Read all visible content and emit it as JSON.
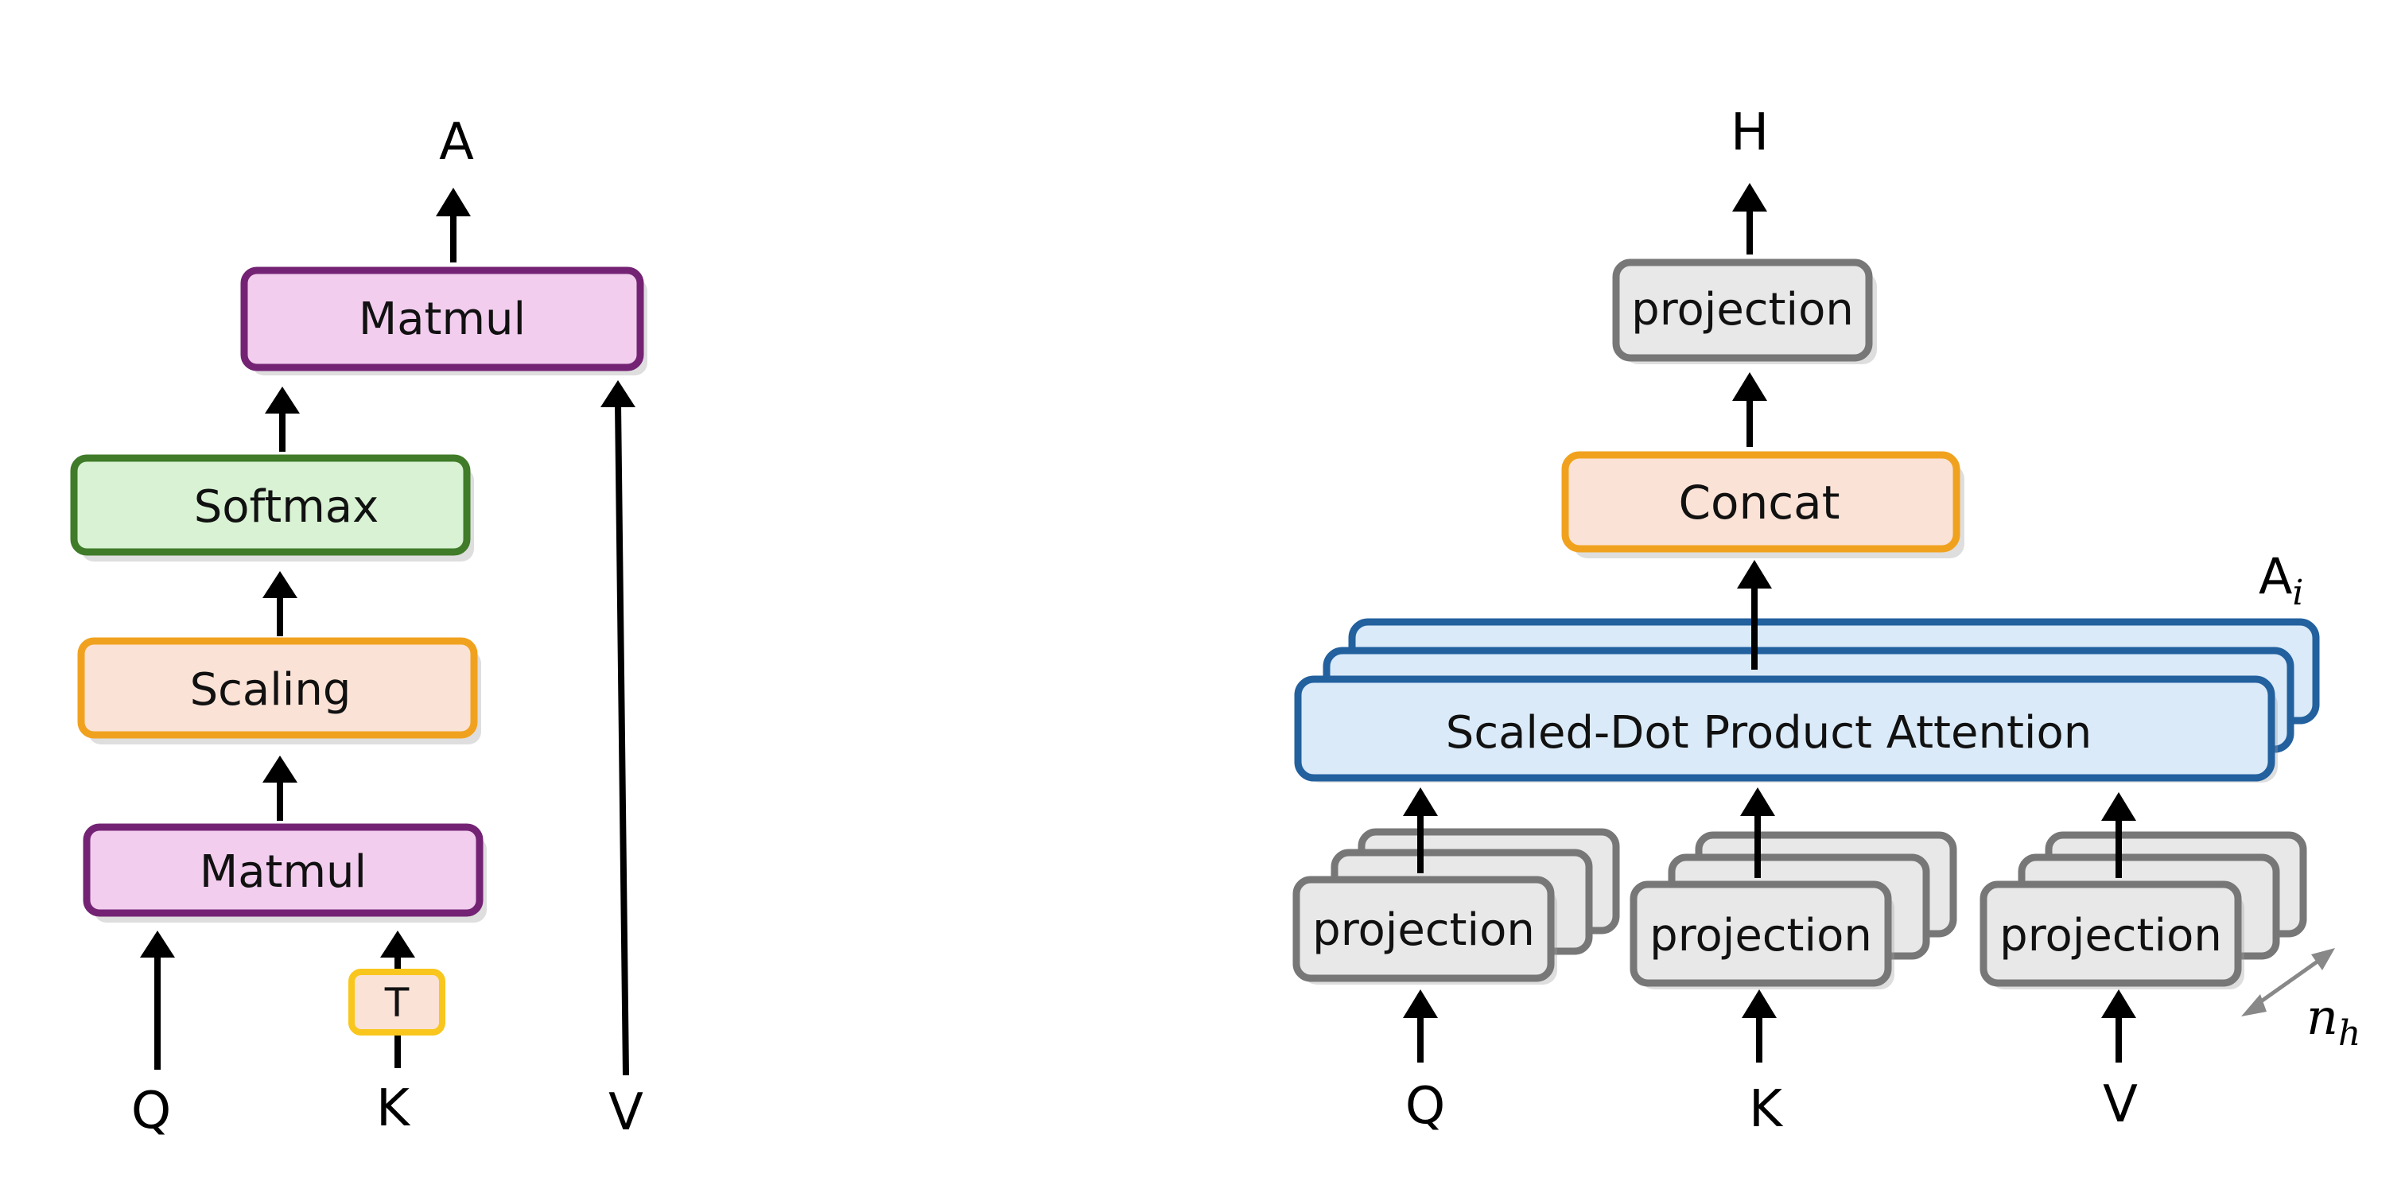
{
  "left": {
    "output": "A",
    "matmul_top": "Matmul",
    "softmax": "Softmax",
    "scaling": "Scaling",
    "matmul_bottom": "Matmul",
    "transpose": "T",
    "input_q": "Q",
    "input_k": "K",
    "input_v": "V"
  },
  "right": {
    "output": "H",
    "projection_top": "projection",
    "concat": "Concat",
    "attention": "Scaled-Dot Product Attention",
    "head_label_base": "A",
    "head_label_sub": "i",
    "projection_q": "projection",
    "projection_k": "projection",
    "projection_v": "projection",
    "input_q": "Q",
    "input_k": "K",
    "input_v": "V",
    "heads_base": "n",
    "heads_sub": "h"
  },
  "colors": {
    "purple_fill": "#f2cdee",
    "purple_stroke": "#742374",
    "green_fill": "#d8f2d3",
    "green_stroke": "#3f7b28",
    "orange_fill": "#fbe2d6",
    "orange_stroke": "#f0a21f",
    "transpose_stroke": "#f8c61c",
    "blue_fill": "#daeaf8",
    "blue_stroke": "#22609e",
    "gray_fill": "#e8e8e8",
    "gray_stroke": "#777777",
    "arrow": "#000000"
  }
}
